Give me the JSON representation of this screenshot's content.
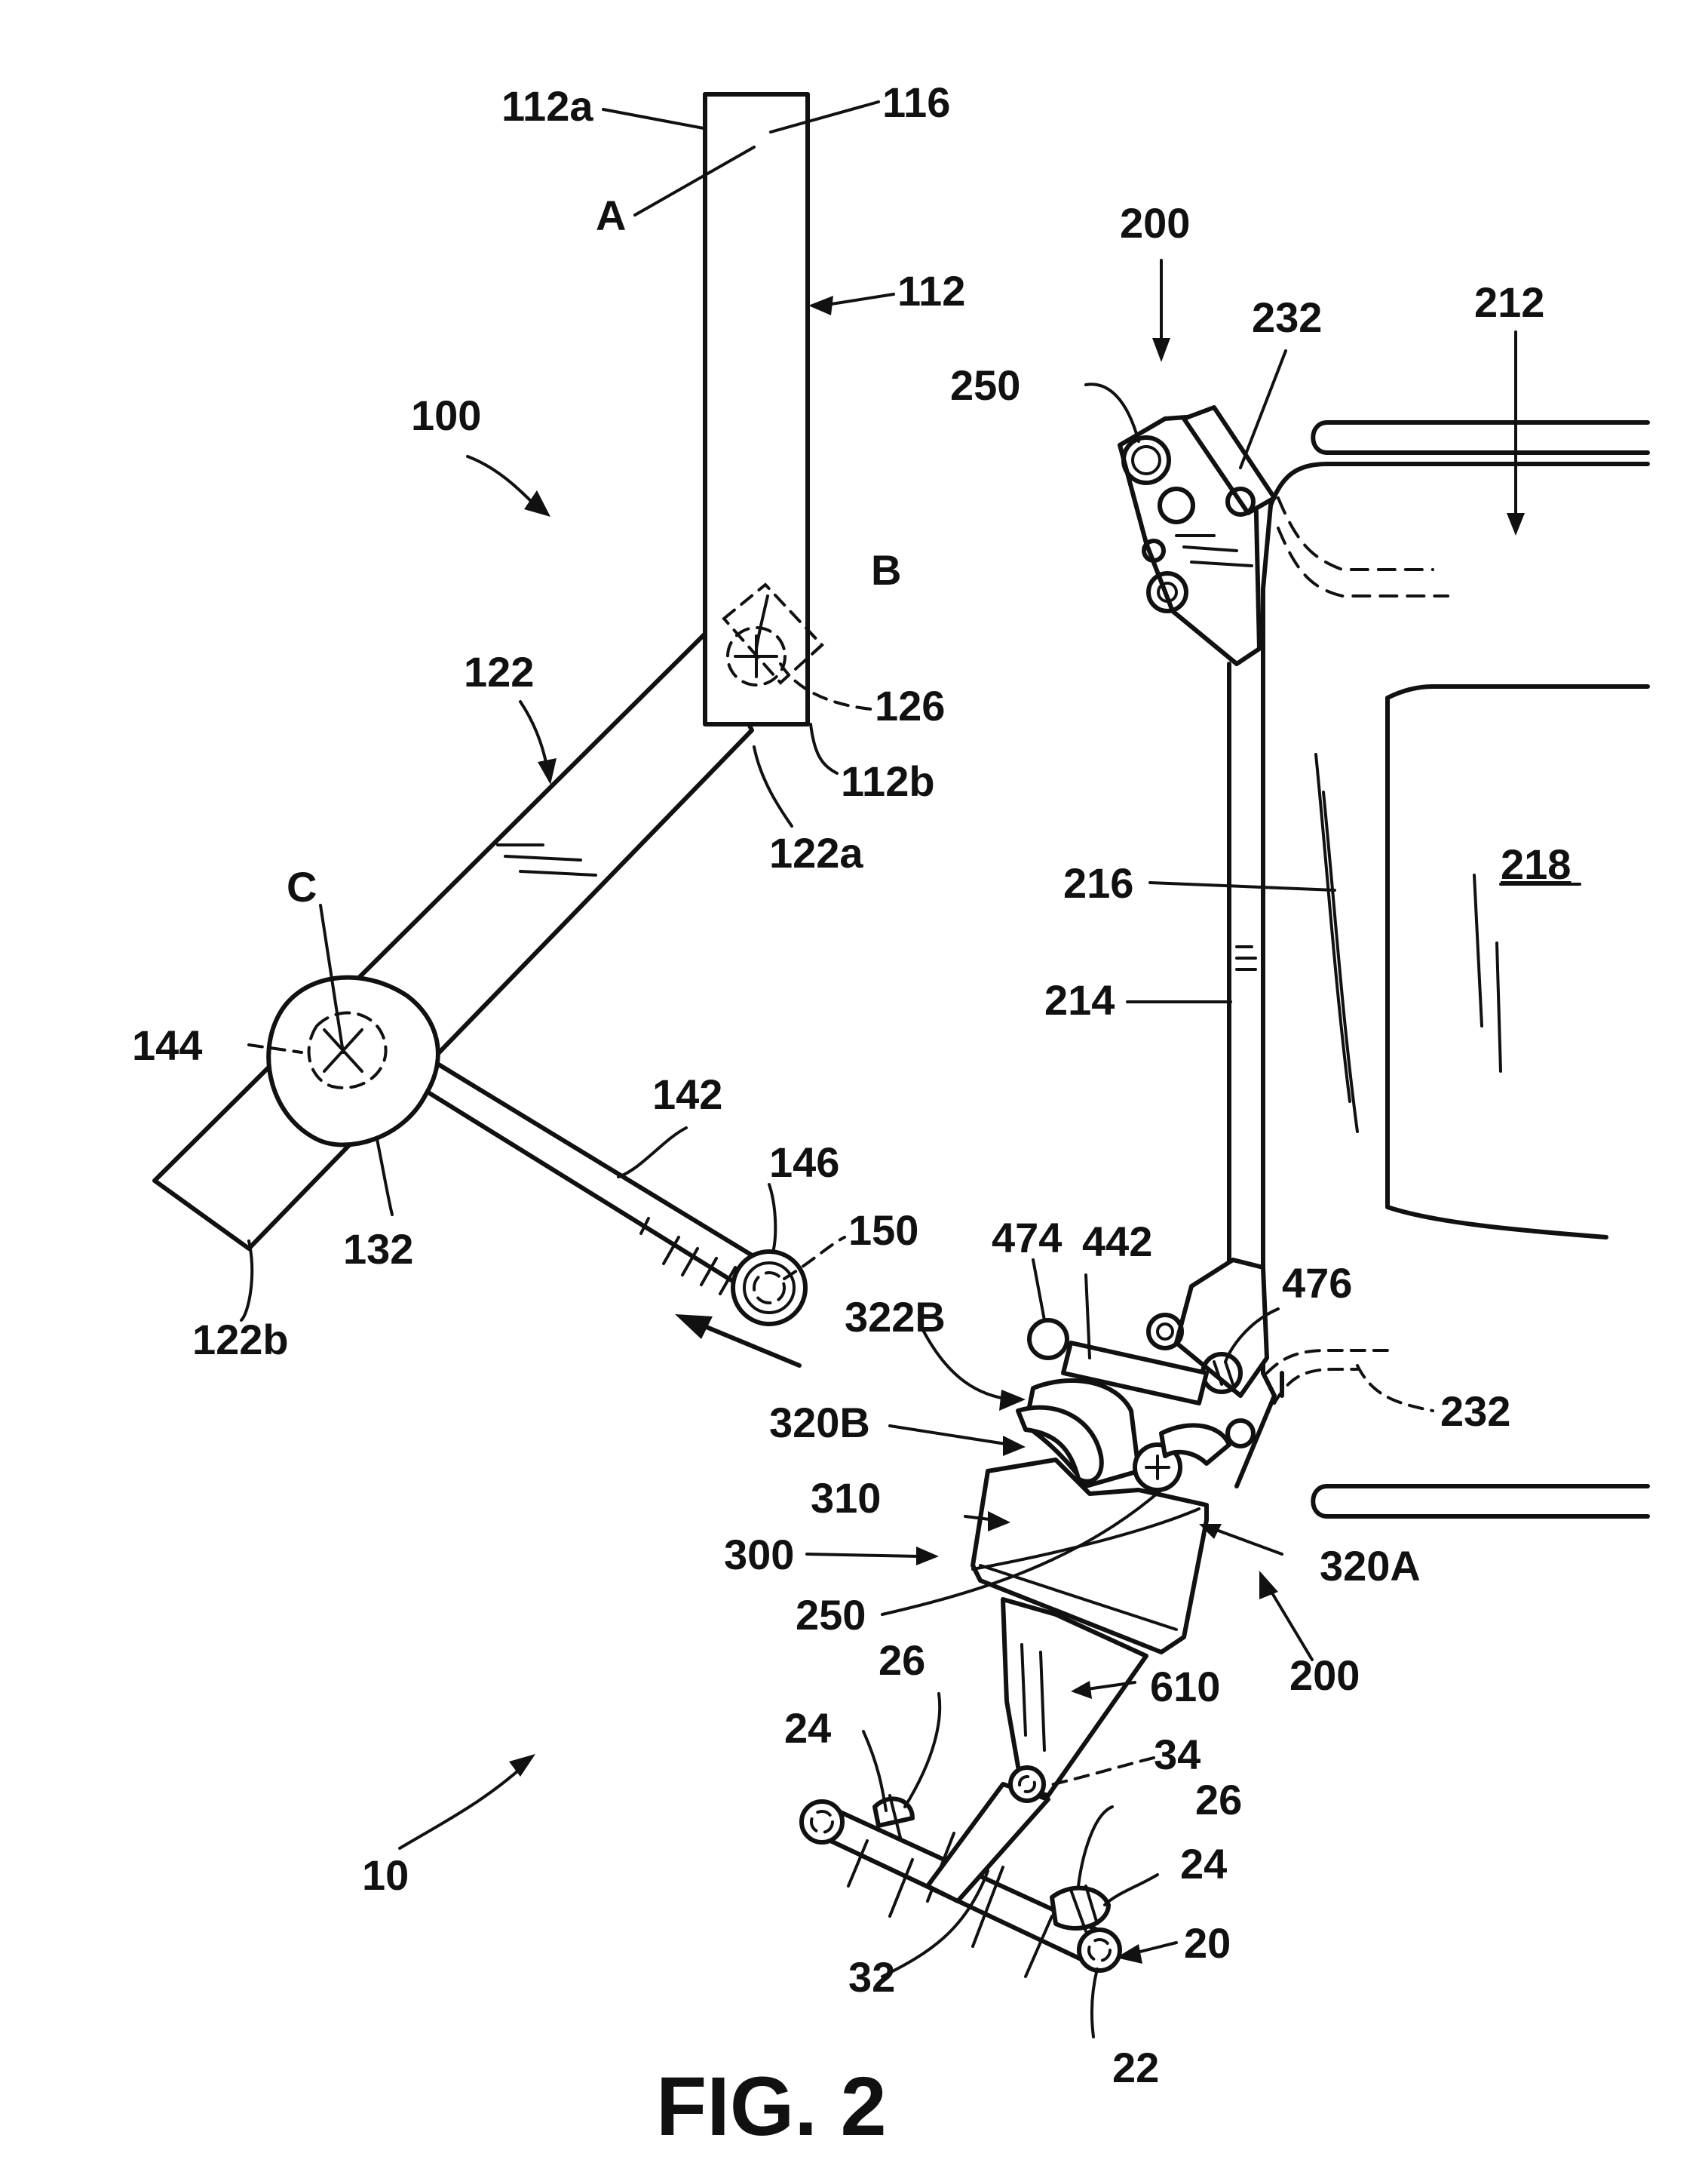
{
  "figure": {
    "caption": "FIG. 2"
  },
  "labels": {
    "l112a": "112a",
    "l116": "116",
    "lA": "A",
    "l112": "112",
    "l200top": "200",
    "l232top": "232",
    "l212": "212",
    "l250top": "250",
    "l100": "100",
    "lB": "B",
    "l126": "126",
    "l122": "122",
    "l112b": "112b",
    "l122a": "122a",
    "l216": "216",
    "l218": "218",
    "l214": "214",
    "lC": "C",
    "l144": "144",
    "l142": "142",
    "l146": "146",
    "l150": "150",
    "l132": "132",
    "l122b": "122b",
    "l474": "474",
    "l442": "442",
    "l476": "476",
    "l322B": "322B",
    "l232bot": "232",
    "l320B": "320B",
    "l310": "310",
    "l320A": "320A",
    "l300": "300",
    "l250bot": "250",
    "l200bot": "200",
    "l610": "610",
    "l26left": "26",
    "l24left": "24",
    "l34": "34",
    "l26right": "26",
    "l24right": "24",
    "l10": "10",
    "l20": "20",
    "l32": "32",
    "l22": "22"
  }
}
